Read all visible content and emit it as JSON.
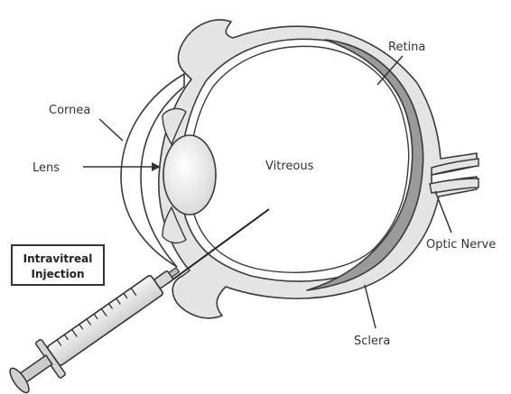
{
  "diagram": {
    "labels": {
      "cornea": "Cornea",
      "lens": "Lens",
      "vitreous": "Vitreous",
      "retina": "Retina",
      "optic_nerve": "Optic Nerve",
      "sclera": "Sclera",
      "injection_line1": "Intravitreal",
      "injection_line2": "Injection"
    },
    "colors": {
      "sclera_fill": "#e4e4e4",
      "retina_fill": "#9a9a9a",
      "lens_fill": "#e0e0e0",
      "outline": "#3a3a3a",
      "text": "#333333",
      "background": "#ffffff"
    }
  }
}
